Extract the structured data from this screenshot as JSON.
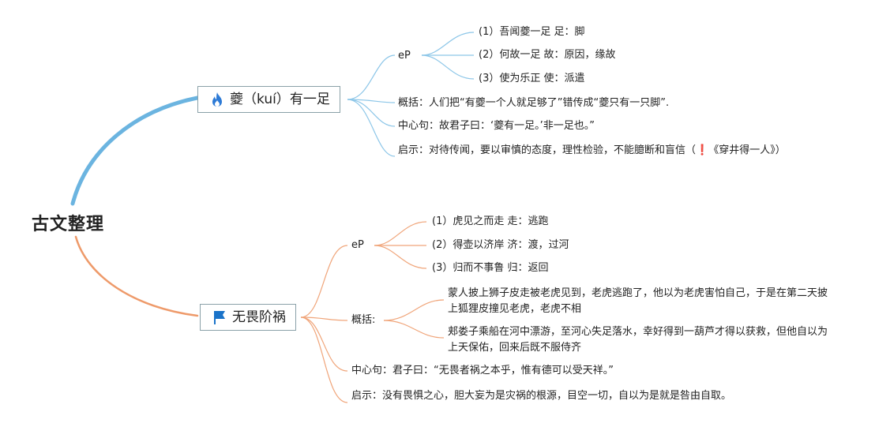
{
  "root": {
    "title": "古文整理"
  },
  "colors": {
    "blue_branch": "#6bb4e0",
    "orange_branch": "#ee9a6a",
    "branch_border": "#8aa1a8"
  },
  "branch1": {
    "title": "夔（kuí）有一足",
    "icon": "fire-icon",
    "ep_label": "eP",
    "ep_items": [
      "(1）吾闻夔一足 足：脚",
      "(2）何故一足 故：原因，缘故",
      "(3）使为乐正 使：派遣"
    ],
    "summary": "概括：人们把“有夔一个人就足够了”错传成“夔只有一只脚”.",
    "central": "中心句：故君子曰：‘夔有一足。’非一足也。”",
    "insight_1": "启示：对待传闻，要以审慎的态度，理性检验，不能臆断和盲信（",
    "insight_mark": "❗",
    "insight_2": "《穿井得一人》）"
  },
  "branch2": {
    "title": "无畏阶祸",
    "icon": "flag-icon",
    "ep_label": "eP",
    "ep_items": [
      "(1）虎见之而走 走：逃跑",
      "(2）得壶以济岸 济：渡，过河",
      "(3）归而不事鲁 归：返回"
    ],
    "summary_label": "概括:",
    "summary_items": [
      "蒙人披上狮子皮走被老虎见到，老虎逃跑了，他以为老虎害怕自己，于是在第二天披上狐狸皮撞见老虎，老虎不相",
      "郏娄子乘船在河中漂游，至河心失足落水，幸好得到一葫芦才得以获救，但他自以为上天保佑，回来后既不服侍齐"
    ],
    "central": "中心句：君子曰：“无畏者祸之本乎，惟有德可以受天祥。”",
    "insight": "启示：没有畏惧之心，胆大妄为是灾祸的根源，目空一切，自以为是就是咎由自取。"
  }
}
